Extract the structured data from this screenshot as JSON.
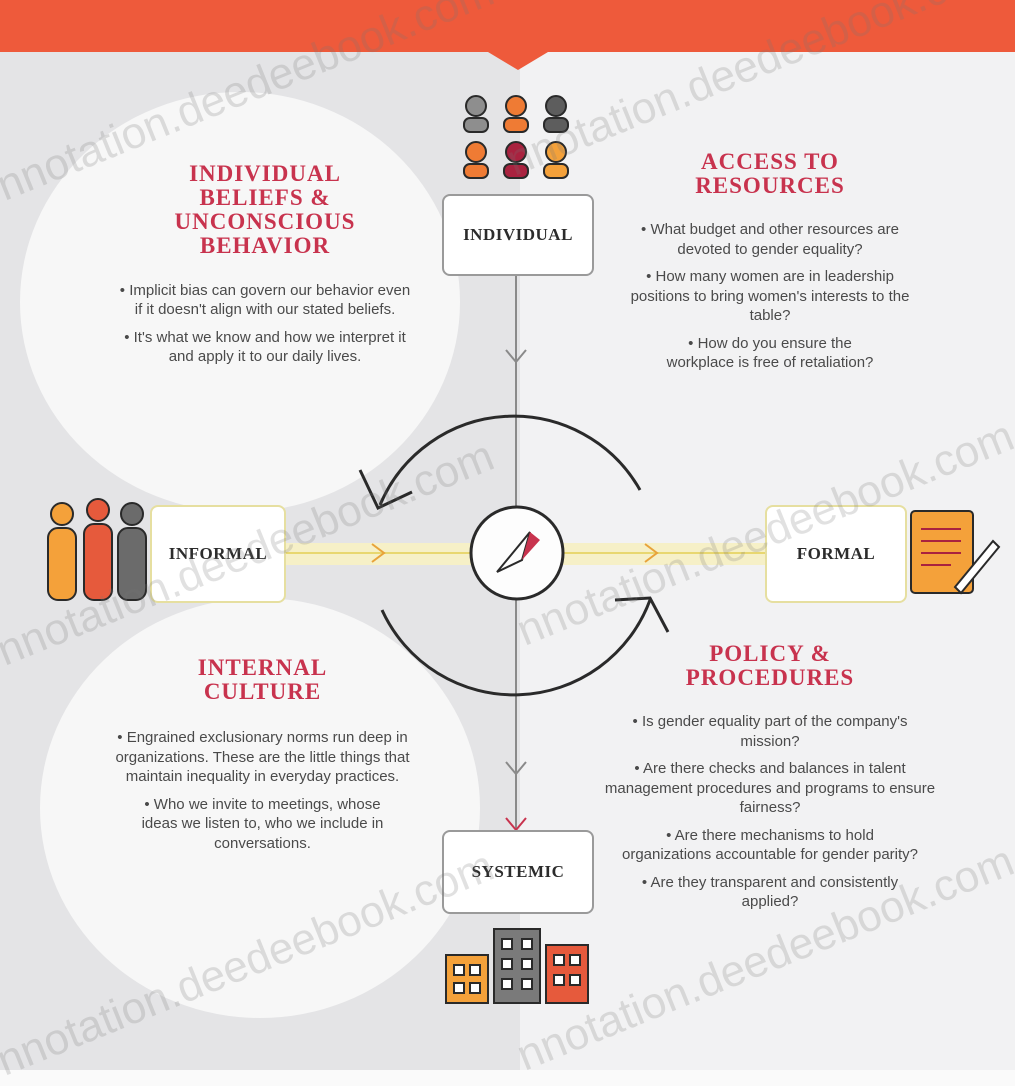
{
  "colors": {
    "accent": "#c8334e",
    "header_bar": "#ee5a3b",
    "text": "#4a4a4a",
    "axis_highlight": "#e8d770"
  },
  "axis_labels": {
    "top": "INDIVIDUAL",
    "bottom": "SYSTEMIC",
    "left": "INFORMAL",
    "right": "FORMAL"
  },
  "quadrants": {
    "top_left": {
      "heading": [
        "INDIVIDUAL",
        "BELIEFS &",
        "UNCONSCIOUS",
        "BEHAVIOR"
      ],
      "points": [
        "• Implicit bias can govern our behavior even if it doesn't align with our stated beliefs.",
        "• It's what we know and how we interpret it and apply it to our daily lives."
      ]
    },
    "top_right": {
      "heading": [
        "ACCESS TO",
        "RESOURCES"
      ],
      "points": [
        "• What budget and other resources are devoted to gender equality?",
        "• How many women are in leadership positions to bring women's interests to the table?",
        "• How do you ensure the workplace is free of retaliation?"
      ]
    },
    "bottom_left": {
      "heading": [
        "INTERNAL",
        "CULTURE"
      ],
      "points": [
        "• Engrained exclusionary norms run deep in organizations. These are the little things that maintain inequality in everyday practices.",
        "• Who we invite to meetings, whose ideas we listen to, who we include in conversations."
      ]
    },
    "bottom_right": {
      "heading": [
        "POLICY &",
        "PROCEDURES"
      ],
      "points": [
        "• Is gender equality part of the company's mission?",
        "• Are there checks and balances in talent management procedures and programs to ensure fairness?",
        "• Are there mechanisms to hold organizations accountable for gender parity?",
        "• Are they transparent and consistently applied?"
      ]
    }
  },
  "icons": {
    "top": "people-grid-icon",
    "left": "group-of-people-icon",
    "right": "scroll-pen-icon",
    "bottom": "buildings-icon",
    "center": "compass-icon"
  },
  "watermarks": [
    "nnotation.deedeebook.com",
    "nnotation.deedeebook.com",
    "nnotation.deedeebook.com",
    "nnotation.deedeebook.com",
    "nnotation.deedeebook.com",
    "nnotation.deedeebook.com"
  ]
}
